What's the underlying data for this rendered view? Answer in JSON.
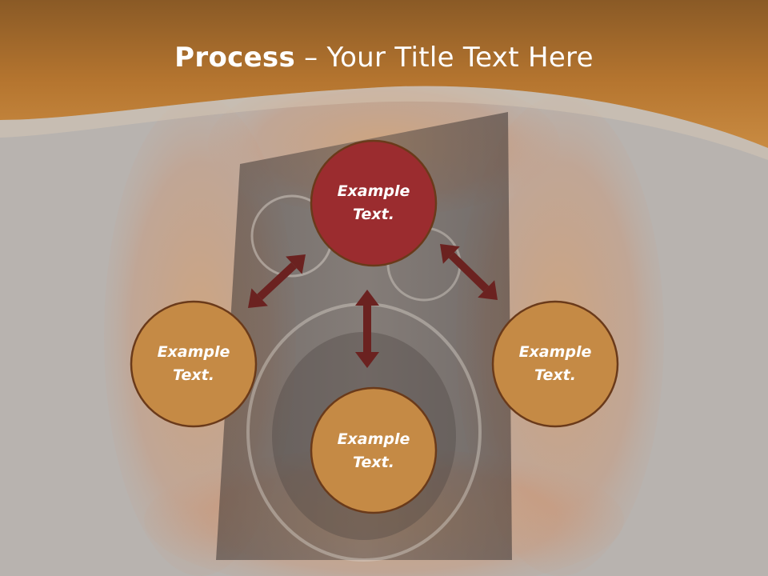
{
  "slide": {
    "title_bold": "Process",
    "title_sep": " – ",
    "title_rest": "Your Title Text Here"
  },
  "circles": [
    {
      "id": "top",
      "line1": "Example",
      "line2": "Text.",
      "color": "#9b2c2f"
    },
    {
      "id": "left",
      "line1": "Example",
      "line2": "Text.",
      "color": "#c58a45"
    },
    {
      "id": "bottom",
      "line1": "Example",
      "line2": "Text.",
      "color": "#c58a45"
    },
    {
      "id": "right",
      "line1": "Example",
      "line2": "Text.",
      "color": "#c58a45"
    }
  ],
  "colors": {
    "header": "#b5752f",
    "arrow": "#6b2220",
    "circle_border": "#6a3a1a",
    "background": "#b8b3af"
  }
}
